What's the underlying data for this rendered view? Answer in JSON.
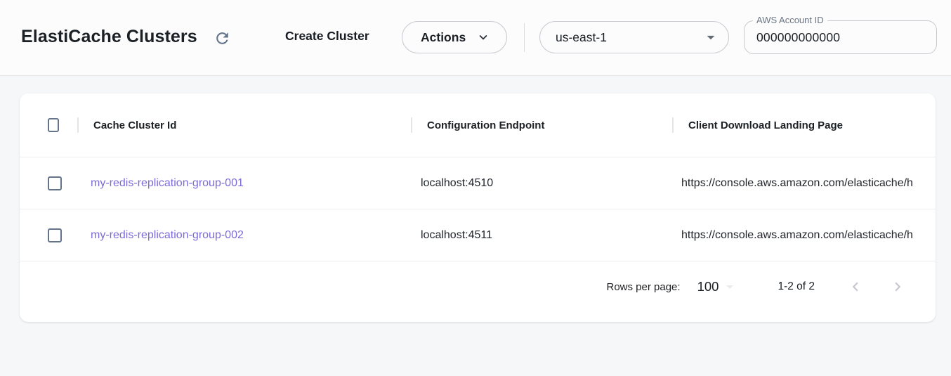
{
  "header": {
    "title": "ElastiCache Clusters",
    "create_button_label": "Create Cluster",
    "actions_button_label": "Actions",
    "region_select": {
      "value": "us-east-1"
    },
    "account_field": {
      "label": "AWS Account ID",
      "value": "000000000000"
    }
  },
  "table": {
    "columns": {
      "id": "Cache Cluster Id",
      "endpoint": "Configuration Endpoint",
      "landing_page": "Client Download Landing Page"
    },
    "rows": [
      {
        "cache_cluster_id": "my-redis-replication-group-001",
        "configuration_endpoint": "localhost:4510",
        "client_download_landing_page": "https://console.aws.amazon.com/elasticache/h"
      },
      {
        "cache_cluster_id": "my-redis-replication-group-002",
        "configuration_endpoint": "localhost:4511",
        "client_download_landing_page": "https://console.aws.amazon.com/elasticache/h"
      }
    ],
    "pagination": {
      "rows_per_page_label": "Rows per page:",
      "rows_per_page_value": "100",
      "range_label": "1-2 of 2"
    }
  },
  "colors": {
    "link_purple": "#7c6bd8",
    "icon_slate": "#64748b",
    "page_background": "#f6f7f9"
  }
}
